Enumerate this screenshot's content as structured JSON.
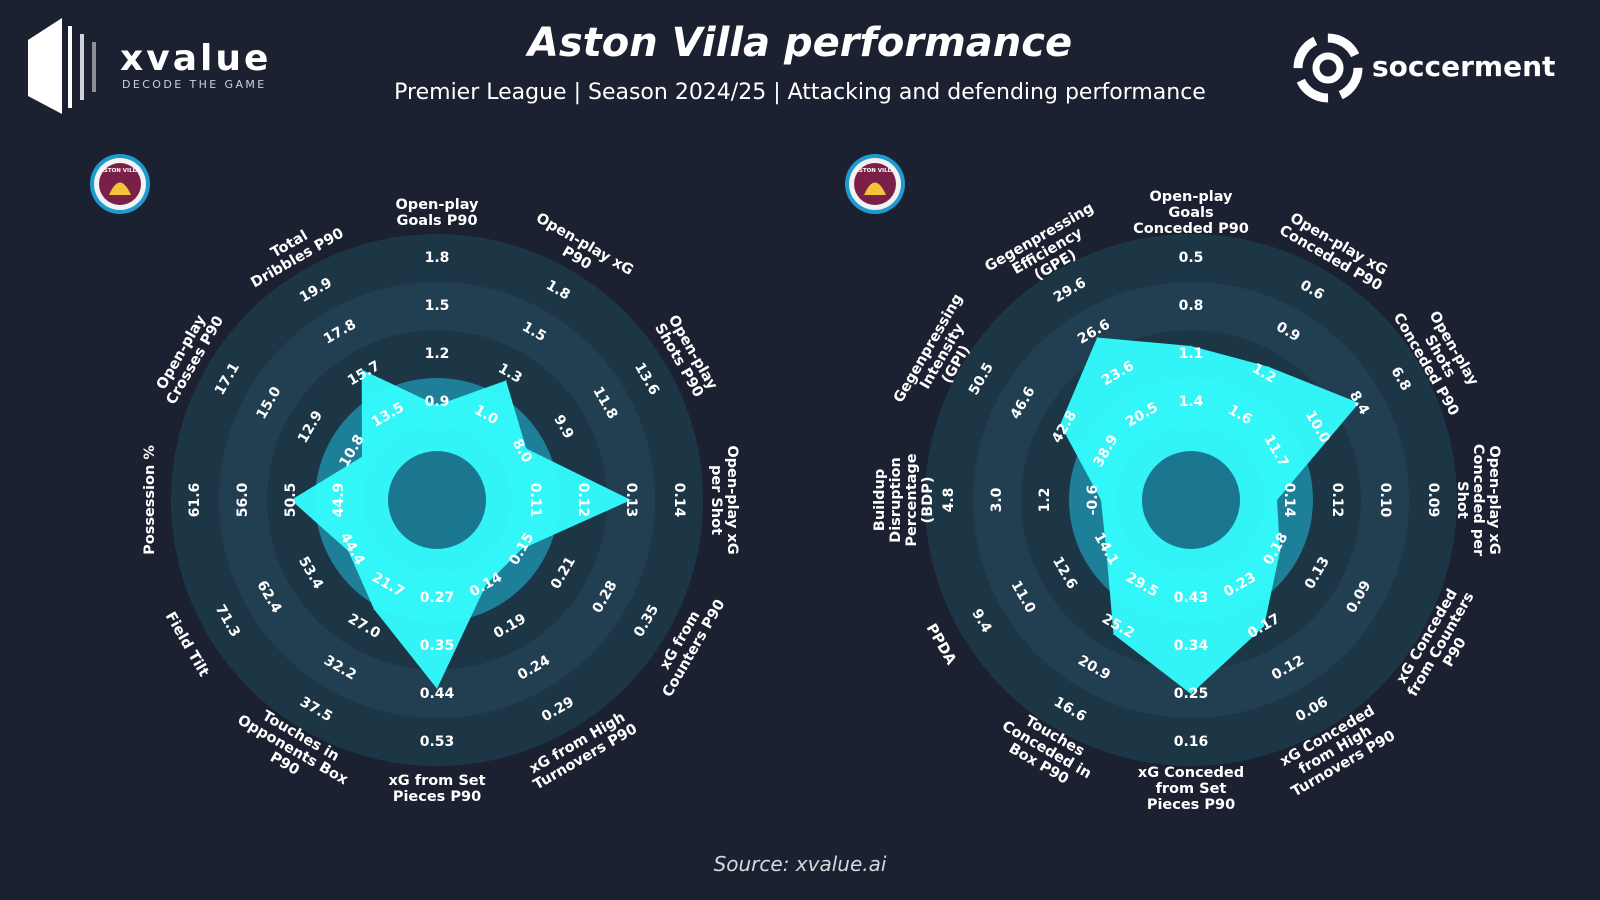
{
  "header": {
    "title": "Aston Villa performance",
    "subtitle": "Premier League | Season 2024/25 | Attacking and defending performance"
  },
  "footer": {
    "source": "Source: xvalue.ai"
  },
  "brand_left": {
    "name": "xvalue",
    "tagline": "DECODE THE GAME"
  },
  "brand_right": {
    "name": "soccerment"
  },
  "team_badge": {
    "text": "ASTON VILLA"
  },
  "colors": {
    "background": "#1b2130",
    "ring_dark": "#1c3646",
    "ring_light": "#223f52",
    "inner_band": "#1e7f98",
    "center": "#1b7790",
    "fill": "#33fbfc",
    "text": "#ffffff"
  },
  "chart_data": [
    {
      "type": "radar",
      "name": "Attacking",
      "axes": [
        {
          "label": "Open-play Goals P90",
          "ticks": [
            "0.9",
            "1.2",
            "1.5",
            "1.8"
          ],
          "value": 0.88
        },
        {
          "label": "Open-play xG P90",
          "ticks": [
            "1.0",
            "1.3",
            "1.5",
            "1.8"
          ],
          "value": 1.25
        },
        {
          "label": "Open-play Shots P90",
          "ticks": [
            "8.0",
            "9.9",
            "11.8",
            "13.6"
          ],
          "value": 8.2
        },
        {
          "label": "Open-play xG per Shot",
          "ticks": [
            "0.11",
            "0.12",
            "0.13",
            "0.14"
          ],
          "value": 0.13
        },
        {
          "label": "xG from Counters P90",
          "ticks": [
            "0.15",
            "0.21",
            "0.28",
            "0.35"
          ],
          "value": 0.15
        },
        {
          "label": "xG from High Turnovers P90",
          "ticks": [
            "0.14",
            "0.19",
            "0.24",
            "0.29"
          ],
          "value": 0.14
        },
        {
          "label": "xG from Set Pieces P90",
          "ticks": [
            "0.27",
            "0.35",
            "0.44",
            "0.53"
          ],
          "value": 0.43
        },
        {
          "label": "Touches in Opponents Box P90",
          "ticks": [
            "21.7",
            "27.0",
            "32.2",
            "37.5"
          ],
          "value": 24.8
        },
        {
          "label": "Field Tilt",
          "ticks": [
            "44.4",
            "53.4",
            "62.4",
            "71.3"
          ],
          "value": 45.2
        },
        {
          "label": "Possession %",
          "ticks": [
            "44.9",
            "50.5",
            "56.0",
            "61.6"
          ],
          "value": 50.5
        },
        {
          "label": "Open-play Crosses P90",
          "ticks": [
            "10.8",
            "12.9",
            "15.0",
            "17.1"
          ],
          "value": 10.3
        },
        {
          "label": "Total Dribbles P90",
          "ticks": [
            "13.5",
            "15.7",
            "17.8",
            "19.9"
          ],
          "value": 15.9
        }
      ]
    },
    {
      "type": "radar",
      "name": "Defending",
      "axes": [
        {
          "label": "Open-play Goals Conceded P90",
          "ticks": [
            "1.4",
            "1.1",
            "0.8",
            "0.5"
          ],
          "value": 1.05
        },
        {
          "label": "Open-play xG Conceded P90",
          "ticks": [
            "1.6",
            "1.2",
            "0.9",
            "0.6"
          ],
          "value": 1.15
        },
        {
          "label": "Open-play Shots Conceded P90",
          "ticks": [
            "11.7",
            "10.0",
            "8.4",
            "6.8"
          ],
          "value": 8.4
        },
        {
          "label": "Open-play xG Conceded per Shot",
          "ticks": [
            "0.14",
            "0.12",
            "0.10",
            "0.09"
          ],
          "value": 0.145
        },
        {
          "label": "xG Conceded from Counters P90",
          "ticks": [
            "0.18",
            "0.13",
            "0.09"
          ],
          "value": 0.175
        },
        {
          "label": "xG Conceded from High Turnovers P90",
          "ticks": [
            "0.23",
            "0.17",
            "0.12",
            "0.06"
          ],
          "value": 0.17
        },
        {
          "label": "xG Conceded from Set Pieces P90",
          "ticks": [
            "0.43",
            "0.34",
            "0.25",
            "0.16"
          ],
          "value": 0.25
        },
        {
          "label": "Touches Conceded in Box P90",
          "ticks": [
            "29.5",
            "25.2",
            "20.9",
            "16.6"
          ],
          "value": 24.4
        },
        {
          "label": "PPDA",
          "ticks": [
            "14.1",
            "12.6",
            "11.0",
            "9.4"
          ],
          "value": 14.1
        },
        {
          "label": "Buildup Disruption Percentage (BDP)",
          "ticks": [
            "-0.6",
            "1.2",
            "3.0",
            "4.8"
          ],
          "value": -0.9
        },
        {
          "label": "Gegenpressing Intensity (GPI)",
          "ticks": [
            "38.9",
            "42.8",
            "46.6",
            "50.5"
          ],
          "value": 43.2
        },
        {
          "label": "Gegenpressing Efficiency (GPE)",
          "ticks": [
            "20.5",
            "23.6",
            "26.6",
            "29.6"
          ],
          "value": 26.2
        }
      ]
    }
  ]
}
